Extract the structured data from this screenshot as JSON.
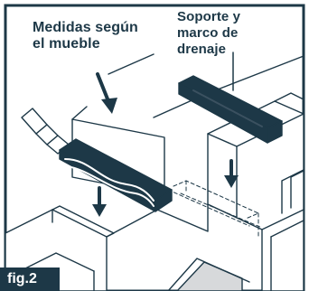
{
  "labels": {
    "left": [
      "Medidas según",
      "el mueble"
    ],
    "right": [
      "Soporte y",
      "marco de",
      "drenaje"
    ]
  },
  "figure_tag": "fig.2",
  "colors": {
    "ink": "#1d3847",
    "accent_blue": "#3b5160",
    "floor_gray": "#d7d9db",
    "background": "#ffffff"
  }
}
